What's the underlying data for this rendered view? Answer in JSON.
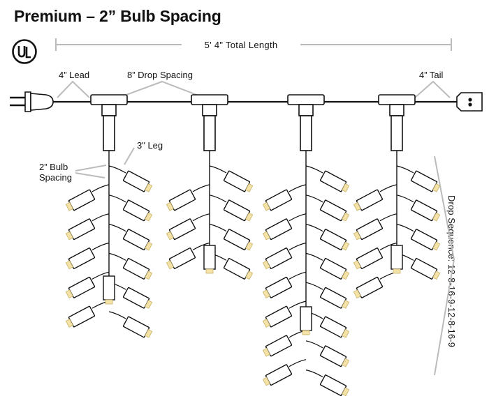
{
  "title": "Premium – 2” Bulb Spacing",
  "logo_text": "UL",
  "total_length": "5' 4\" Total Length",
  "labels": {
    "lead": "4” Lead",
    "drop_spacing": "8” Drop Spacing",
    "tail": "4” Tail",
    "leg": "3\" Leg",
    "bulb_spacing_line1": "2” Bulb",
    "bulb_spacing_line2": "Spacing",
    "drop_sequence": "Drop Sequence: 12-8-16-9-12-8-16-9"
  },
  "drops": [
    {
      "bulbs": 12
    },
    {
      "bulbs": 8
    },
    {
      "bulbs": 16
    },
    {
      "bulbs": 9
    }
  ],
  "colors": {
    "wire": "#111111",
    "dimension_line": "#bbbbbb",
    "bulb_tip": "#f4e2a6"
  }
}
